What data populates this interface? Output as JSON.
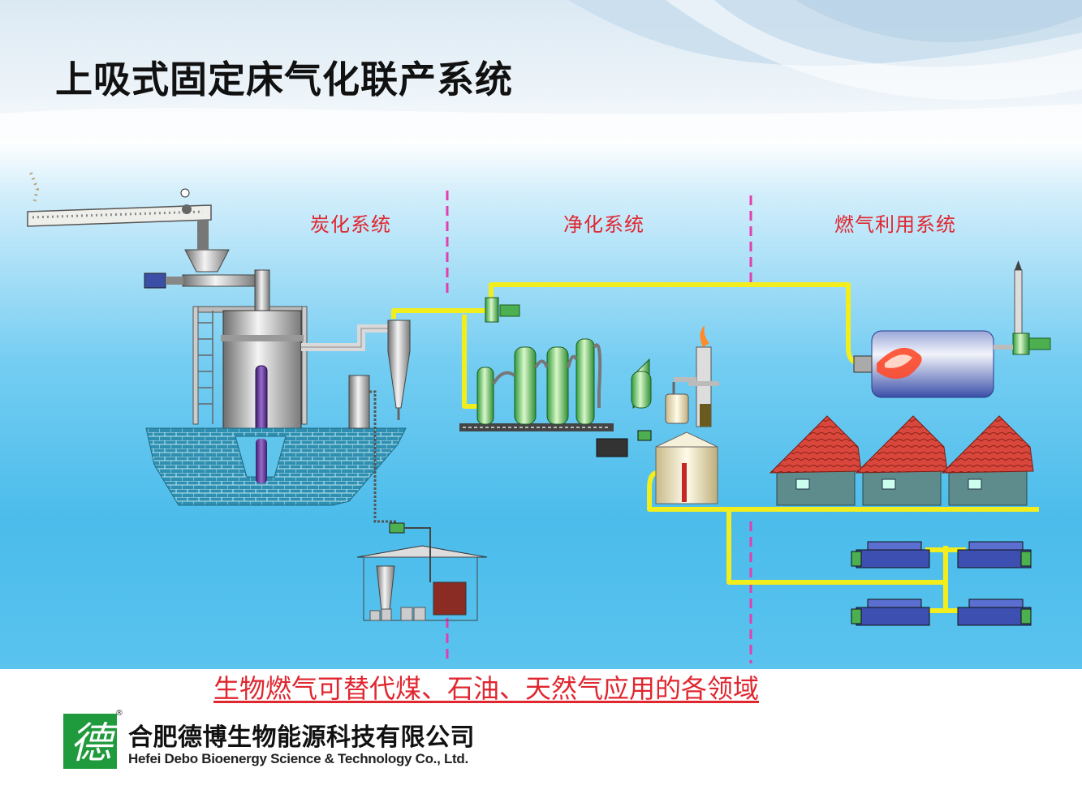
{
  "slide": {
    "title": "上吸式固定床气化联产系统",
    "caption": "生物燃气可替代煤、石油、天然气应用的各领域"
  },
  "diagram": {
    "sections": [
      {
        "label": "炭化系统"
      },
      {
        "label": "净化系统"
      },
      {
        "label": "燃气利用系统"
      }
    ]
  },
  "company": {
    "name_cn": "合肥德博生物能源科技有限公司",
    "name_en": "Hefei Debo Bioenergy Science & Technology Co., Ltd.",
    "logo_char": "德",
    "registered_mark": "®"
  },
  "colors": {
    "caption_red": "#e0262f",
    "pipe_yellow": "#f2ee1e",
    "divider_magenta": "#e23fae",
    "logo_green": "#1f9a3c"
  }
}
